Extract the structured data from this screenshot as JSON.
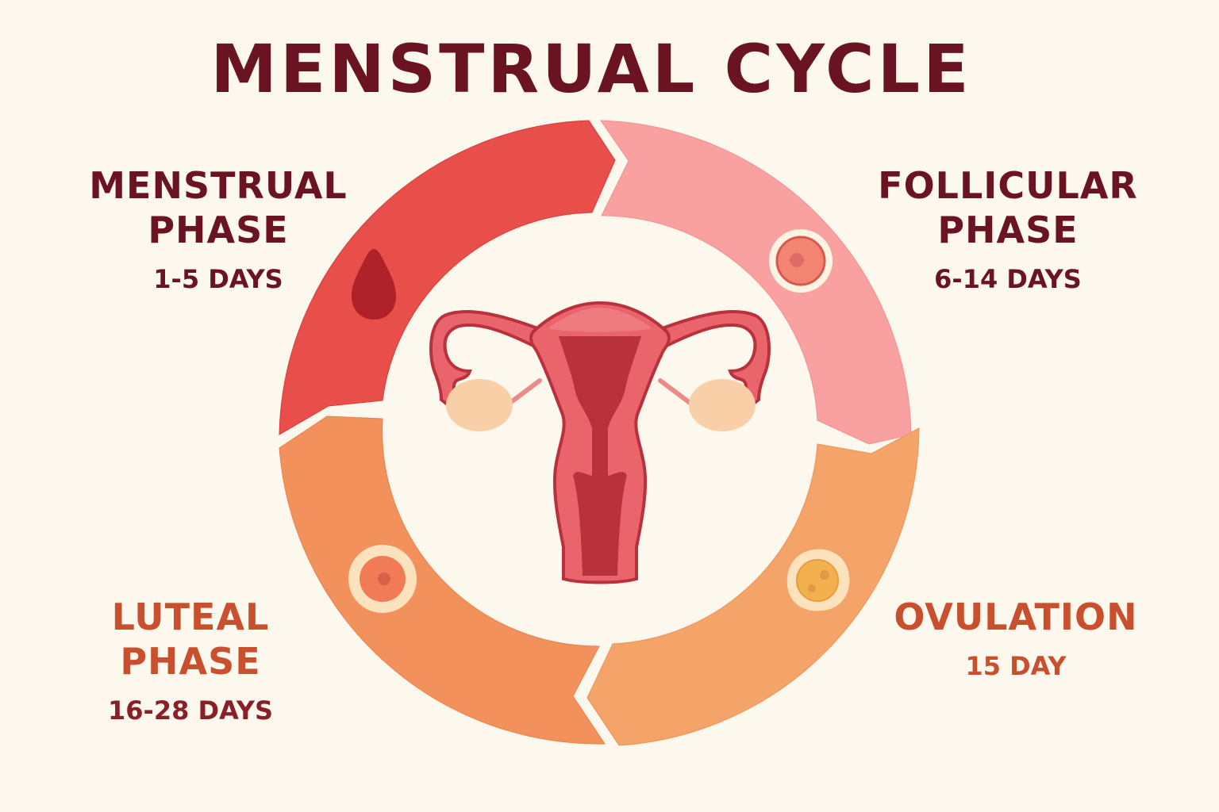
{
  "title": "MENSTRUAL CYCLE",
  "colors": {
    "background": "#fdf8ee",
    "title": "#6b1421",
    "menstrual": "#e84e4a",
    "follicular": "#f9a1a1",
    "ovulation": "#f4a468",
    "luteal": "#f3915c",
    "uterus": "#e9646b",
    "uterus_dark": "#b9313d",
    "ovary": "#f8cfa6"
  },
  "phases": [
    {
      "id": "menstrual",
      "name_line1": "MENSTRUAL",
      "name_line2": "PHASE",
      "days": "1-5 DAYS",
      "icon": "blood-drop-icon",
      "position": "top-left"
    },
    {
      "id": "follicular",
      "name_line1": "FOLLICULAR",
      "name_line2": "PHASE",
      "days": "6-14 DAYS",
      "icon": "follicle-icon",
      "position": "top-right"
    },
    {
      "id": "ovulation",
      "name_line1": "OVULATION",
      "days": "15 DAY",
      "icon": "released-egg-icon",
      "position": "bottom-right"
    },
    {
      "id": "luteal",
      "name_line1": "LUTEAL",
      "name_line2": "PHASE",
      "days": "16-28 DAYS",
      "icon": "corpus-luteum-icon",
      "position": "bottom-left"
    }
  ],
  "center_illustration": "uterus-illustration"
}
